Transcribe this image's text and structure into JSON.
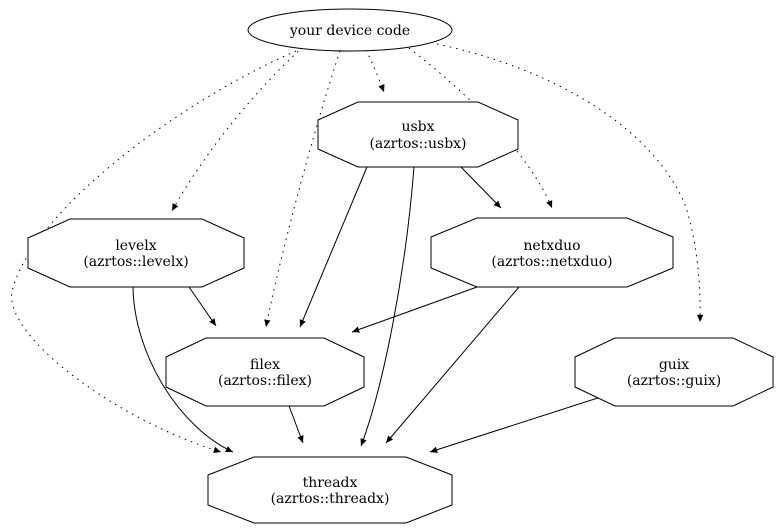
{
  "diagram": {
    "type": "dependency-graph",
    "background_color": "#ffffff",
    "stroke_color": "#000000",
    "nodes": {
      "device_code": {
        "label": "your device code",
        "shape": "ellipse"
      },
      "usbx": {
        "label": "usbx",
        "sublabel": "(azrtos::usbx)",
        "shape": "octagon"
      },
      "levelx": {
        "label": "levelx",
        "sublabel": "(azrtos::levelx)",
        "shape": "octagon"
      },
      "netxduo": {
        "label": "netxduo",
        "sublabel": "(azrtos::netxduo)",
        "shape": "octagon"
      },
      "filex": {
        "label": "filex",
        "sublabel": "(azrtos::filex)",
        "shape": "octagon"
      },
      "guix": {
        "label": "guix",
        "sublabel": "(azrtos::guix)",
        "shape": "octagon"
      },
      "threadx": {
        "label": "threadx",
        "sublabel": "(azrtos::threadx)",
        "shape": "octagon"
      }
    },
    "edges": [
      {
        "from": "device_code",
        "to": "usbx",
        "style": "dotted"
      },
      {
        "from": "device_code",
        "to": "levelx",
        "style": "dotted"
      },
      {
        "from": "device_code",
        "to": "netxduo",
        "style": "dotted"
      },
      {
        "from": "device_code",
        "to": "filex",
        "style": "dotted"
      },
      {
        "from": "device_code",
        "to": "guix",
        "style": "dotted"
      },
      {
        "from": "device_code",
        "to": "threadx",
        "style": "dotted"
      },
      {
        "from": "usbx",
        "to": "netxduo",
        "style": "solid"
      },
      {
        "from": "usbx",
        "to": "filex",
        "style": "solid"
      },
      {
        "from": "usbx",
        "to": "threadx",
        "style": "solid"
      },
      {
        "from": "levelx",
        "to": "filex",
        "style": "solid"
      },
      {
        "from": "levelx",
        "to": "threadx",
        "style": "solid"
      },
      {
        "from": "netxduo",
        "to": "filex",
        "style": "solid"
      },
      {
        "from": "netxduo",
        "to": "threadx",
        "style": "solid"
      },
      {
        "from": "filex",
        "to": "threadx",
        "style": "solid"
      },
      {
        "from": "guix",
        "to": "threadx",
        "style": "solid"
      }
    ]
  }
}
